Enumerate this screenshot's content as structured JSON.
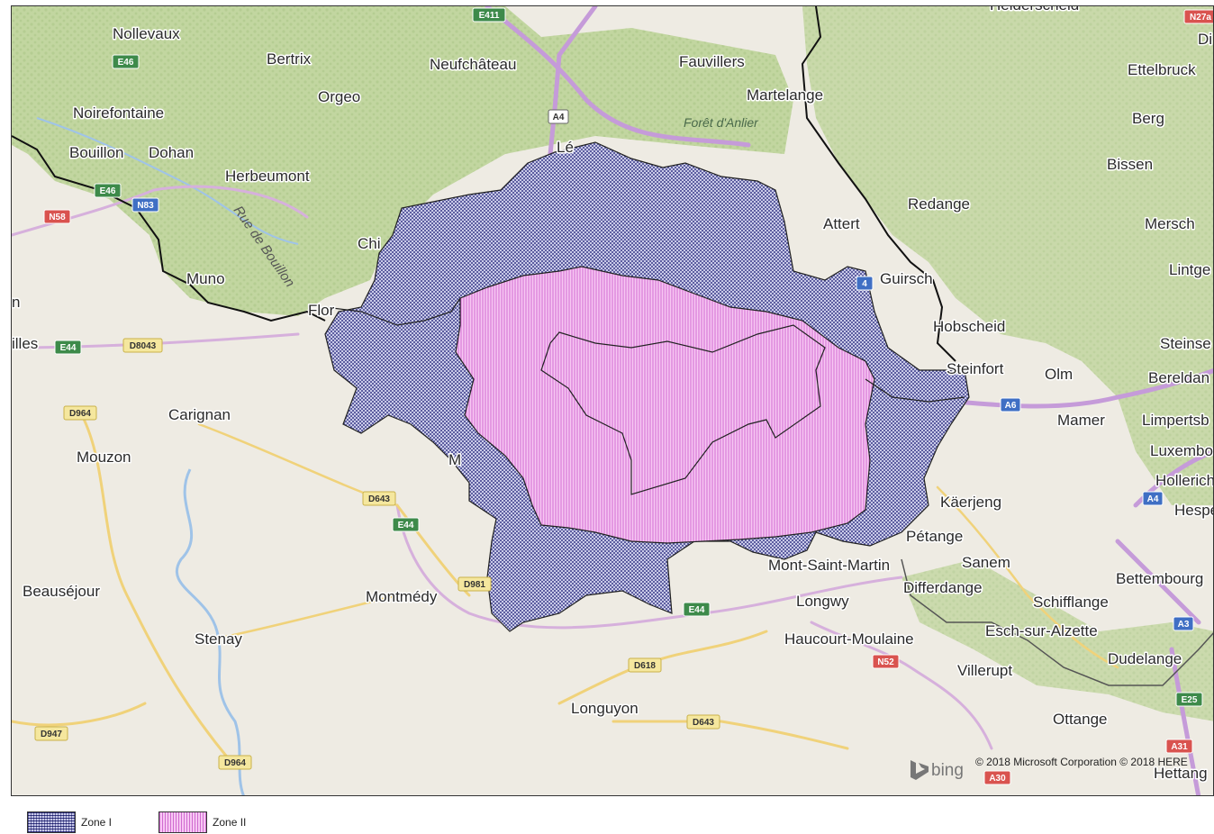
{
  "map": {
    "places": [
      {
        "name": "Nollevaux"
      },
      {
        "name": "Bertrix"
      },
      {
        "name": "Orgeo"
      },
      {
        "name": "Neufchâteau"
      },
      {
        "name": "Fauvillers"
      },
      {
        "name": "Martelange"
      },
      {
        "name": "Noirefontaine"
      },
      {
        "name": "Bouillon"
      },
      {
        "name": "Dohan"
      },
      {
        "name": "Herbeumont"
      },
      {
        "name": "Muno"
      },
      {
        "name": "Carignan"
      },
      {
        "name": "Mouzon"
      },
      {
        "name": "Beauséjour"
      },
      {
        "name": "Stenay"
      },
      {
        "name": "Montmédy"
      },
      {
        "name": "Longuyon"
      },
      {
        "name": "Mont-Saint-Martin"
      },
      {
        "name": "Longwy"
      },
      {
        "name": "Haucourt-Moulaine"
      },
      {
        "name": "Villerupt"
      },
      {
        "name": "Ottange"
      },
      {
        "name": "Redange"
      },
      {
        "name": "Attert"
      },
      {
        "name": "Guirsch"
      },
      {
        "name": "Hobscheid"
      },
      {
        "name": "Steinfort"
      },
      {
        "name": "Olm"
      },
      {
        "name": "Mamer"
      },
      {
        "name": "Käerjeng"
      },
      {
        "name": "Pétange"
      },
      {
        "name": "Sanem"
      },
      {
        "name": "Differdange"
      },
      {
        "name": "Schifflange"
      },
      {
        "name": "Esch-sur-Alzette"
      },
      {
        "name": "Dudelange"
      },
      {
        "name": "Bettembourg"
      },
      {
        "name": "Ettelbruck"
      },
      {
        "name": "Berg"
      },
      {
        "name": "Bissen"
      },
      {
        "name": "Mersch"
      },
      {
        "name": "Lintge"
      },
      {
        "name": "Steinse"
      },
      {
        "name": "Bereldan"
      },
      {
        "name": "Limpertsb"
      },
      {
        "name": "Luxembo"
      },
      {
        "name": "Hollerich"
      },
      {
        "name": "Hespe"
      },
      {
        "name": "Hettang"
      },
      {
        "name": "Diekirch-partial",
        "label": "Di"
      },
      {
        "name": "Florenville-partial",
        "label": "Flor"
      },
      {
        "name": "Chiny-partial",
        "label": "Chi"
      },
      {
        "name": "Marbehan-partial",
        "label": "M"
      },
      {
        "name": "illes-partial",
        "label": "illes"
      },
      {
        "name": "n-partial",
        "label": "n"
      },
      {
        "name": "Heiderscheid-partial",
        "label": "Heiderscheid"
      },
      {
        "name": "Leglise-partial",
        "label": "Lé"
      }
    ],
    "forest_label": "Forêt d'Anlier",
    "road_label": "Rue de Bouillon",
    "shields": [
      {
        "id": "E411",
        "color": "#3d8a4a"
      },
      {
        "id": "E46",
        "color": "#3d8a4a"
      },
      {
        "id": "E46b",
        "label": "E46",
        "color": "#3d8a4a"
      },
      {
        "id": "N83",
        "color": "#3f6fc4"
      },
      {
        "id": "N58",
        "color": "#d9534f"
      },
      {
        "id": "A4",
        "color": "#ffffff"
      },
      {
        "id": "E44",
        "color": "#3d8a4a"
      },
      {
        "id": "E44b",
        "label": "E44",
        "color": "#3d8a4a"
      },
      {
        "id": "E44c",
        "label": "E44",
        "color": "#3d8a4a"
      },
      {
        "id": "D8043",
        "color": "#f5e79e"
      },
      {
        "id": "D964",
        "color": "#f5e79e"
      },
      {
        "id": "D964b",
        "label": "D964",
        "color": "#f5e79e"
      },
      {
        "id": "D643",
        "color": "#f5e79e"
      },
      {
        "id": "D643b",
        "label": "D643",
        "color": "#f5e79e"
      },
      {
        "id": "D981",
        "color": "#f5e79e"
      },
      {
        "id": "D618",
        "color": "#f5e79e"
      },
      {
        "id": "D947",
        "color": "#f5e79e"
      },
      {
        "id": "N52",
        "color": "#d9534f"
      },
      {
        "id": "A6",
        "color": "#3f6fc4"
      },
      {
        "id": "A4L",
        "label": "A4",
        "color": "#3f6fc4"
      },
      {
        "id": "A3",
        "color": "#3f6fc4"
      },
      {
        "id": "E25",
        "color": "#3d8a4a"
      },
      {
        "id": "A31",
        "color": "#d9534f"
      },
      {
        "id": "A30",
        "color": "#d9534f"
      },
      {
        "id": "N27",
        "label": "N27a",
        "color": "#d9534f"
      },
      {
        "id": "sm4",
        "label": "4",
        "color": "#3f6fc4"
      }
    ],
    "copyright": "© 2018 Microsoft Corporation © 2018 HERE",
    "provider": "bing"
  },
  "legend": {
    "items": [
      {
        "label": "Zone I",
        "color": "#8e8fc6"
      },
      {
        "label": "Zone II",
        "color": "#f3b1ef"
      }
    ]
  },
  "colors": {
    "background": "#eeebe3",
    "forest": "#c2d6a0",
    "zone1": "#8e8fc6",
    "zone2": "#f3b1ef",
    "motorway": "#c59bd9",
    "major_road": "#f0d27a",
    "border": "#111111"
  }
}
